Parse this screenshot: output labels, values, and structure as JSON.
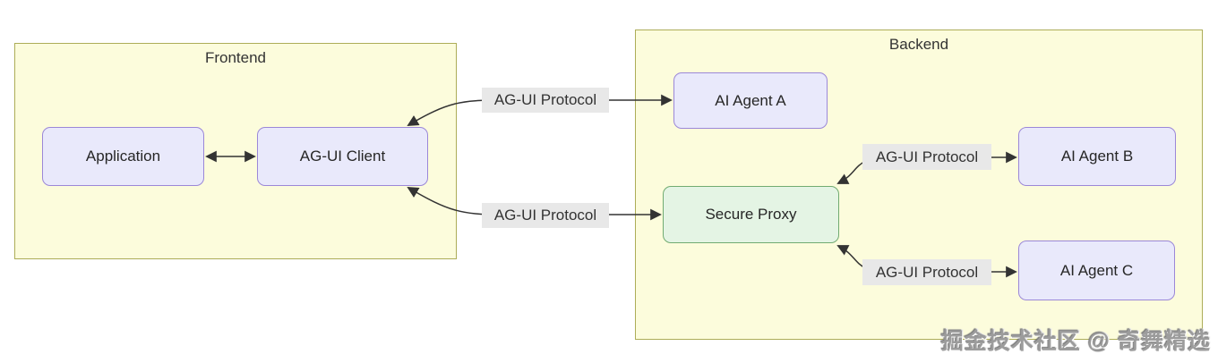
{
  "colors": {
    "node-fill": "#e9e9fb",
    "node-border": "#9b87d8",
    "subgraph-fill": "#fcfcdc",
    "subgraph-border": "#adad58",
    "proxy-fill": "#e4f4e4",
    "proxy-border": "#71ab71",
    "label-bg": "#e8e8e8",
    "edge-color": "#333333",
    "text": "#262626",
    "watermark": "#9c9c9c",
    "canvas-bg": "#ffffff"
  },
  "frontend": {
    "title": "Frontend"
  },
  "backend": {
    "title": "Backend"
  },
  "nodes": {
    "application": {
      "label": "Application"
    },
    "client": {
      "label": "AG-UI Client"
    },
    "agent_a": {
      "label": "AI Agent A"
    },
    "agent_b": {
      "label": "AI Agent B"
    },
    "agent_c": {
      "label": "AI Agent C"
    },
    "proxy": {
      "label": "Secure Proxy"
    }
  },
  "edge_labels": {
    "client_agent_a": "AG-UI Protocol",
    "client_proxy": "AG-UI Protocol",
    "proxy_agent_b": "AG-UI Protocol",
    "proxy_agent_c": "AG-UI Protocol"
  },
  "watermark": "掘金技术社区 @ 奇舞精选"
}
